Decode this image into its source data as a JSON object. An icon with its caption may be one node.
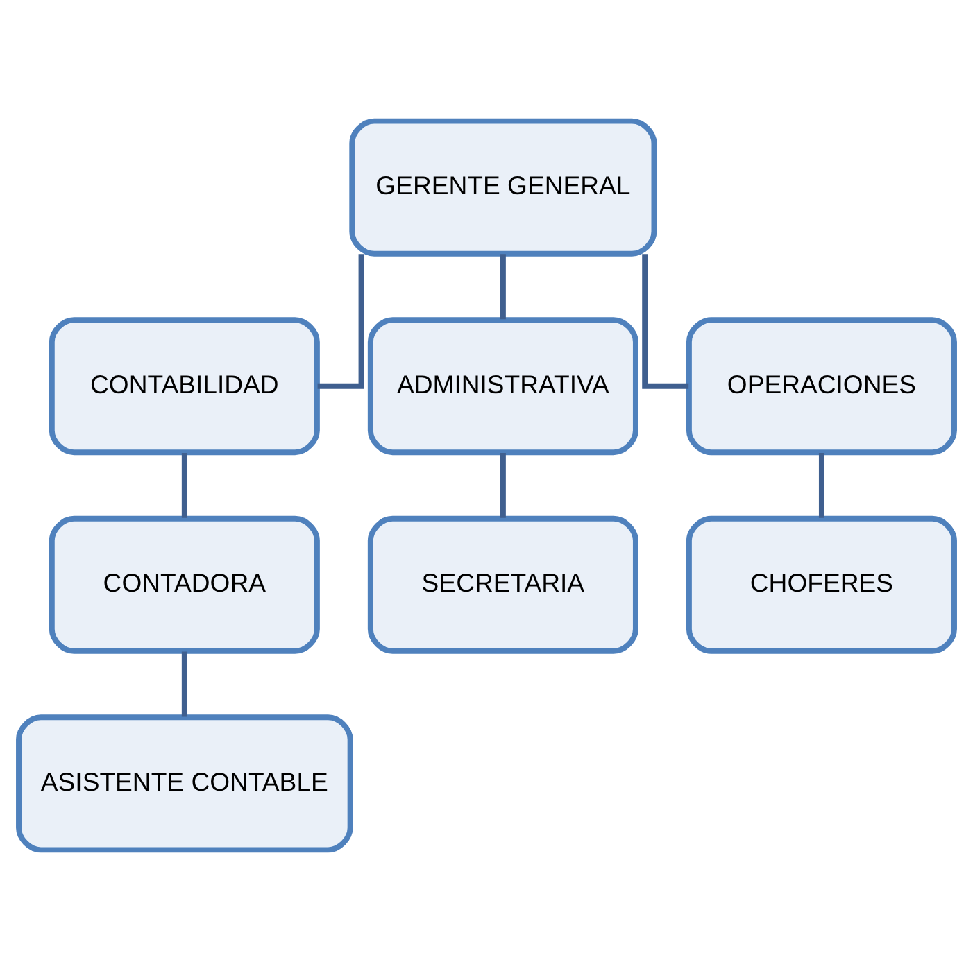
{
  "diagram": {
    "nodes": [
      {
        "text": [
          "GERENTE GENERAL"
        ]
      },
      {
        "text": [
          "CONTABILIDAD"
        ]
      },
      {
        "text": [
          "ADMINISTRATIVA"
        ]
      },
      {
        "text": [
          "OPERACIONES"
        ]
      },
      {
        "text": [
          "CONTADORA"
        ]
      },
      {
        "text": [
          "SECRETARIA"
        ]
      },
      {
        "text": [
          "CHOFERES"
        ]
      },
      {
        "text": [
          "ASISTENTE CONTABLE"
        ]
      }
    ],
    "edges": [
      {
        "from": 0,
        "to": 1,
        "arrow": "none"
      },
      {
        "from": 0,
        "to": 2,
        "arrow": "none"
      },
      {
        "from": 0,
        "to": 3,
        "arrow": "none"
      },
      {
        "from": 1,
        "to": 4,
        "arrow": "none"
      },
      {
        "from": 2,
        "to": 5,
        "arrow": "none"
      },
      {
        "from": 3,
        "to": 6,
        "arrow": "none"
      },
      {
        "from": 4,
        "to": 7,
        "arrow": "none"
      }
    ]
  }
}
